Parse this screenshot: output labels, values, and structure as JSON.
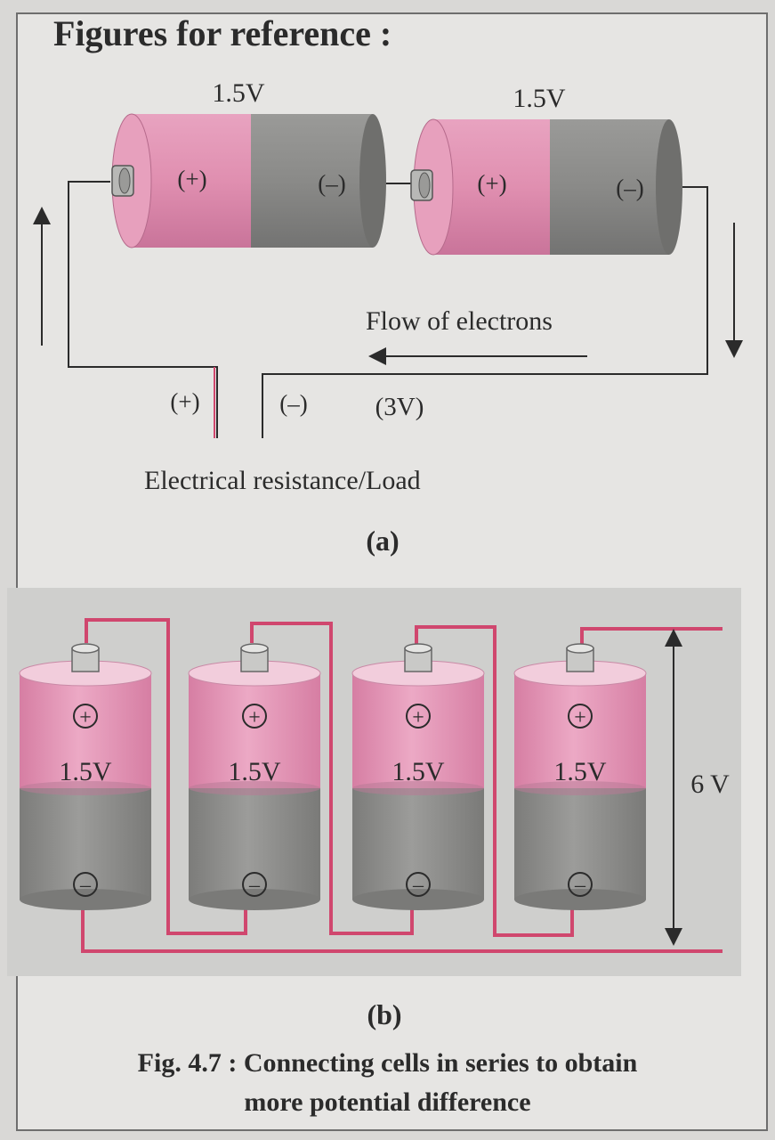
{
  "heading": "Figures for reference :",
  "figure_a": {
    "cells": [
      {
        "voltage": "1.5V",
        "positive": "(+)",
        "negative": "(–)"
      },
      {
        "voltage": "1.5V",
        "positive": "(+)",
        "negative": "(–)"
      }
    ],
    "flow_label": "Flow of electrons",
    "load_positive": "(+)",
    "load_negative": "(–)",
    "total_voltage": "(3V)",
    "load_label": "Electrical resistance/Load",
    "panel_label": "(a)"
  },
  "figure_b": {
    "cells": [
      {
        "voltage": "1.5V",
        "positive": "+",
        "negative": "–"
      },
      {
        "voltage": "1.5V",
        "positive": "+",
        "negative": "–"
      },
      {
        "voltage": "1.5V",
        "positive": "+",
        "negative": "–"
      },
      {
        "voltage": "1.5V",
        "positive": "+",
        "negative": "–"
      }
    ],
    "total_voltage": "6 V",
    "panel_label": "(b)"
  },
  "caption_line1": "Fig. 4.7 : Connecting cells in series to obtain",
  "caption_line2": "more potential difference",
  "colors": {
    "positive_pink": "#e08fb0",
    "negative_grey": "#8c8c8a",
    "wire_red": "#d0476e",
    "line_dark": "#2b2b2b"
  }
}
